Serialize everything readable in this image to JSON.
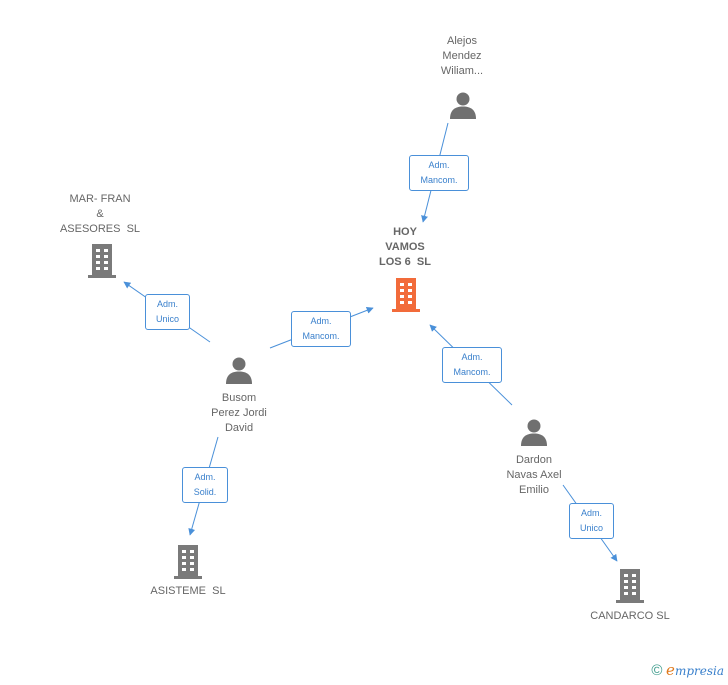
{
  "colors": {
    "edge": "#4a90d9",
    "company": "#7a7a7a",
    "company_highlight": "#f26b3a",
    "person": "#707070"
  },
  "nodes": {
    "alejos": {
      "lines": [
        "Alejos",
        "Mendez",
        "Wiliam..."
      ],
      "kind": "person",
      "icon": "person-icon"
    },
    "hoy_vamos": {
      "lines": [
        "HOY",
        "VAMOS",
        "LOS 6  SL"
      ],
      "kind": "company-main",
      "icon": "building-icon"
    },
    "mar_fran": {
      "lines": [
        "MAR- FRAN",
        "&",
        "ASESORES  SL"
      ],
      "kind": "company",
      "icon": "building-icon"
    },
    "busom": {
      "lines": [
        "Busom",
        "Perez Jordi",
        "David"
      ],
      "kind": "person",
      "icon": "person-icon"
    },
    "dardon": {
      "lines": [
        "Dardon",
        "Navas Axel",
        "Emilio"
      ],
      "kind": "person",
      "icon": "person-icon"
    },
    "asisteme": {
      "lines": [
        "ASISTEME  SL"
      ],
      "kind": "company",
      "icon": "building-icon"
    },
    "candarco": {
      "lines": [
        "CANDARCO SL"
      ],
      "kind": "company",
      "icon": "building-icon"
    }
  },
  "edges": [
    {
      "from": "alejos",
      "to": "hoy_vamos",
      "lines": [
        "Adm.",
        "Mancom."
      ]
    },
    {
      "from": "busom",
      "to": "hoy_vamos",
      "lines": [
        "Adm.",
        "Mancom."
      ]
    },
    {
      "from": "dardon",
      "to": "hoy_vamos",
      "lines": [
        "Adm.",
        "Mancom."
      ]
    },
    {
      "from": "busom",
      "to": "mar_fran",
      "lines": [
        "Adm.",
        "Unico"
      ]
    },
    {
      "from": "busom",
      "to": "asisteme",
      "lines": [
        "Adm.",
        "Solid."
      ]
    },
    {
      "from": "dardon",
      "to": "candarco",
      "lines": [
        "Adm.",
        "Unico"
      ]
    }
  ],
  "footer": {
    "copyright": "©",
    "brand_initial": "e",
    "brand_rest": "mpresia"
  }
}
